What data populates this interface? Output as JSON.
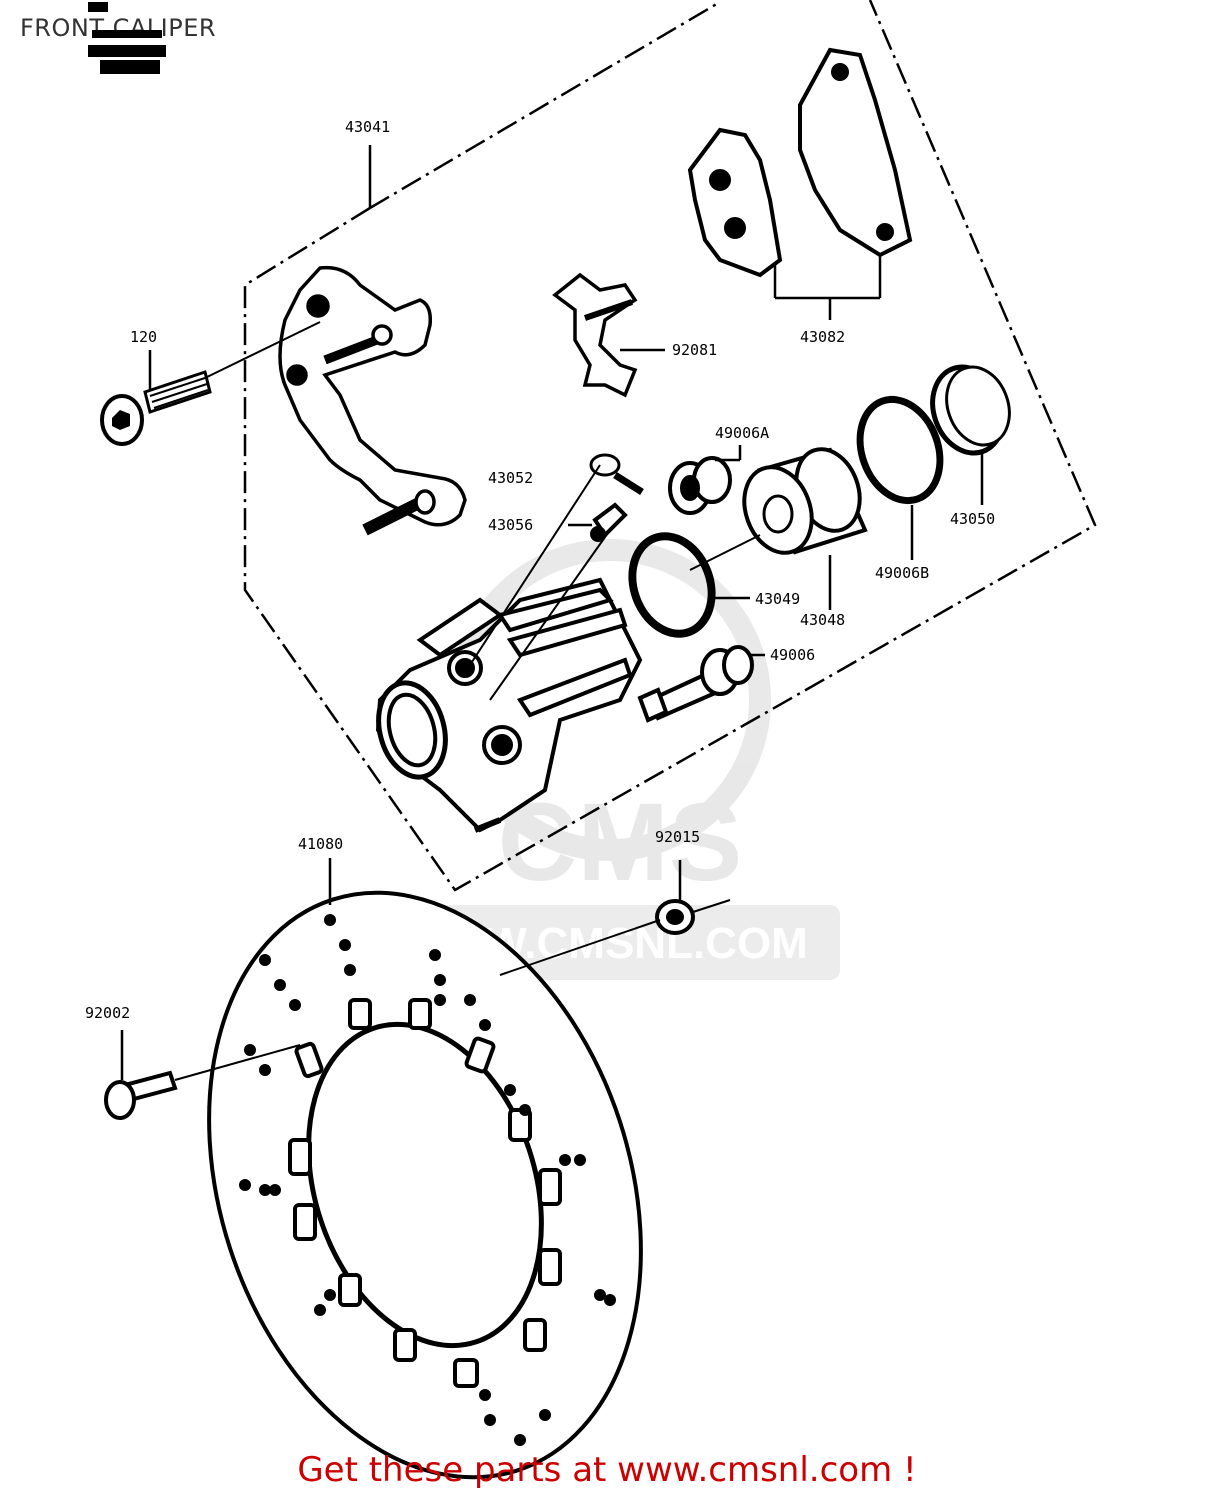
{
  "title": "FRONT CALIPER",
  "watermark": {
    "logo_text": "CMS",
    "url": "WWW.CMSNL.COM"
  },
  "footer": {
    "text": "Get these parts at www.cmsnl.com !",
    "color": "#cc0000"
  },
  "parts": [
    {
      "id": "43041",
      "label": "43041"
    },
    {
      "id": "120",
      "label": "120"
    },
    {
      "id": "92081",
      "label": "92081"
    },
    {
      "id": "43082",
      "label": "43082"
    },
    {
      "id": "49006A",
      "label": "49006A"
    },
    {
      "id": "43052",
      "label": "43052"
    },
    {
      "id": "43056",
      "label": "43056"
    },
    {
      "id": "43049",
      "label": "43049"
    },
    {
      "id": "43048",
      "label": "43048"
    },
    {
      "id": "49006B",
      "label": "49006B"
    },
    {
      "id": "43050",
      "label": "43050"
    },
    {
      "id": "49006",
      "label": "49006"
    },
    {
      "id": "92015",
      "label": "92015"
    },
    {
      "id": "41080",
      "label": "41080"
    },
    {
      "id": "92002",
      "label": "92002"
    }
  ]
}
